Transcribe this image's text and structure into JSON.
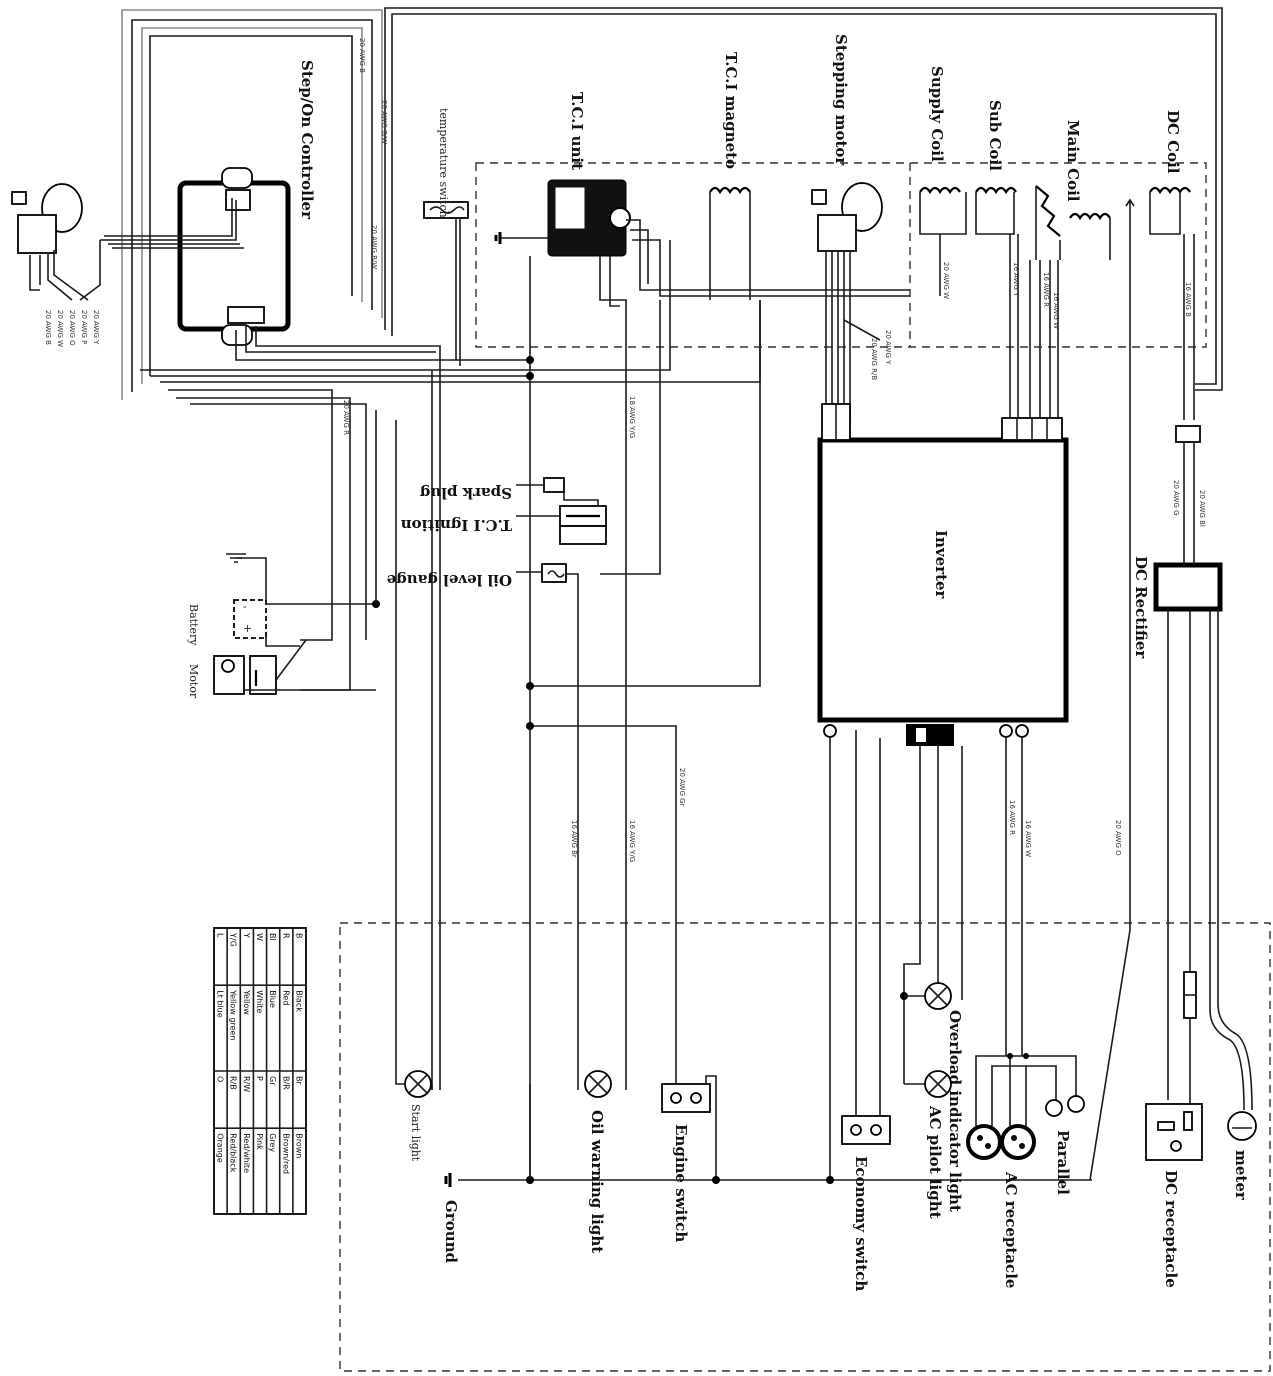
{
  "labels": {
    "controller": "Step/On Controller",
    "temp_switch": "temperature switch",
    "tci_unit": "T.C.I unit",
    "tci_magneto": "T.C.I magneto",
    "stepping_motor": "Stepping motor",
    "supply_coil": "Supply Coil",
    "sub_coil": "Sub Coil",
    "main_coil": "Main Coil",
    "dc_coil": "DC Coil",
    "spark_plug": "Spark plug",
    "tci_ignition": "T.C.I Ignition",
    "oil_gauge": "Oil level gauge",
    "inverter": "Inverter",
    "dc_rectifier": "DC Rectifier",
    "battery": "Battery",
    "motor": "Motor",
    "start_light": "Start light",
    "oil_warning": "Oil warning light",
    "engine_switch": "Engine switch",
    "ground": "Ground",
    "economy_switch": "Economy switch",
    "overload_light": "Overload indicator light",
    "ac_pilot": "AC pilot light",
    "ac_receptacle": "AC receptacle",
    "parallel": "Parallel",
    "dc_receptacle": "DC receptacle",
    "meter": "meter"
  },
  "wire_codes": {
    "w1": "20 AWG B",
    "w2": "20 AWG B/W",
    "w3": "20 AWG R",
    "w4": "20 AWG B/W",
    "w5": "20 AWG W",
    "w6": "20 AWG Y",
    "w7": "20 AWG R/B",
    "w8": "16 AWG Y",
    "w9": "16 AWG R",
    "w10": "16 AWG W",
    "w11": "16 AWG B",
    "w12": "20 AWG G",
    "w13": "20 AWG Bl",
    "w14": "18 AWG Y/G",
    "w15": "20 AWG Gr",
    "w16": "16 AWG Br",
    "w17": "16 AWG Y/G",
    "w18": "16 AWG R",
    "w19": "16 AWG W",
    "w20": "20 AWG O"
  },
  "legend": {
    "rows": [
      [
        "B",
        "Black",
        "Br",
        "Brown"
      ],
      [
        "R",
        "Red",
        "B/R",
        "Brown/red"
      ],
      [
        "Bl",
        "Blue",
        "Gr",
        "Grey"
      ],
      [
        "W",
        "White",
        "P",
        "Pink"
      ],
      [
        "Y",
        "Yellow",
        "R/W",
        "Red/white"
      ],
      [
        "Y/G",
        "Yellow green",
        "R/B",
        "Red/black"
      ],
      [
        "L",
        "Lt blue",
        "O",
        "Orange"
      ]
    ]
  }
}
